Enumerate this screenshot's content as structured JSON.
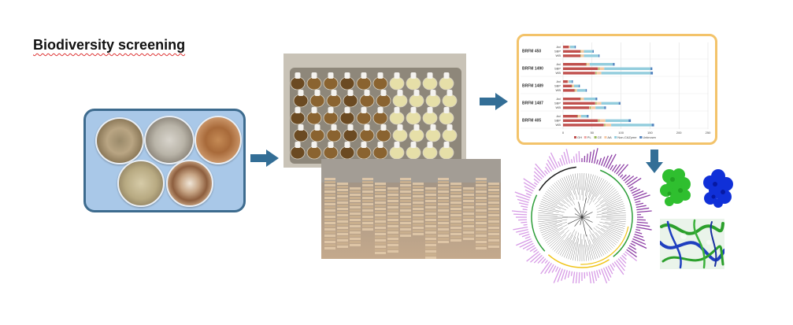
{
  "title": "Biodiversity screening",
  "chart_data": {
    "type": "bar",
    "orientation": "horizontal",
    "stacked": true,
    "groups": [
      "BRFM 450",
      "BRFM 1490",
      "BRFM 1489",
      "BRFM 1487",
      "BRFM 405"
    ],
    "sub_rows": [
      "Avi",
      "SBP",
      "WB"
    ],
    "series": [
      {
        "name": "GH",
        "color": "#c0504d"
      },
      {
        "name": "PL",
        "color": "#f0a5a2"
      },
      {
        "name": "CE",
        "color": "#9bbb59"
      },
      {
        "name": "AA",
        "color": "#f6c9a3"
      },
      {
        "name": "Non-CAZyme",
        "color": "#93cddd"
      },
      {
        "name": "Unknown",
        "color": "#4f81bd"
      }
    ],
    "values": [
      [
        [
          10,
          0,
          0,
          2,
          8,
          2
        ],
        [
          30,
          0,
          1,
          5,
          15,
          2
        ],
        [
          30,
          0,
          1,
          5,
          25,
          2
        ]
      ],
      [
        [
          40,
          0,
          1,
          5,
          40,
          3
        ],
        [
          60,
          1,
          2,
          8,
          80,
          3
        ],
        [
          55,
          1,
          2,
          8,
          85,
          4
        ]
      ],
      [
        [
          8,
          0,
          0,
          2,
          5,
          2
        ],
        [
          15,
          0,
          1,
          3,
          8,
          2
        ],
        [
          20,
          0,
          1,
          3,
          15,
          2
        ]
      ],
      [
        [
          30,
          0,
          1,
          5,
          20,
          3
        ],
        [
          55,
          1,
          2,
          8,
          30,
          3
        ],
        [
          45,
          1,
          2,
          8,
          15,
          3
        ]
      ],
      [
        [
          25,
          0,
          1,
          5,
          10,
          3
        ],
        [
          60,
          1,
          2,
          10,
          40,
          4
        ],
        [
          70,
          1,
          2,
          10,
          70,
          4
        ]
      ]
    ],
    "xticks": [
      "0",
      "50",
      "100",
      "150",
      "200",
      "250"
    ],
    "xlim": [
      0,
      250
    ],
    "grid": true,
    "legend_position": "bottom"
  }
}
